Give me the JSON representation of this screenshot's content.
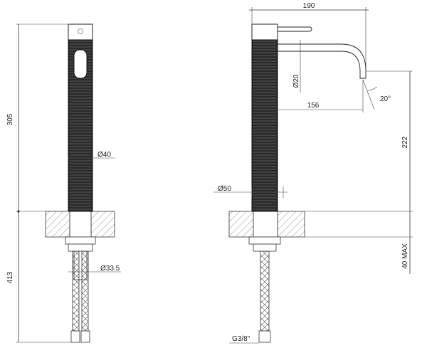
{
  "dimensions": {
    "front_height_top": "305",
    "front_height_bottom": "413",
    "diameter_body_front": "Ø40",
    "diameter_nut": "Ø33.5",
    "overall_width": "190",
    "diameter_spout": "Ø20",
    "spout_reach": "156",
    "angle": "20°",
    "spout_height": "222",
    "diameter_body_side": "Ø50",
    "deck_thickness": "40 MAX",
    "connection_thread": "G3/8\""
  }
}
